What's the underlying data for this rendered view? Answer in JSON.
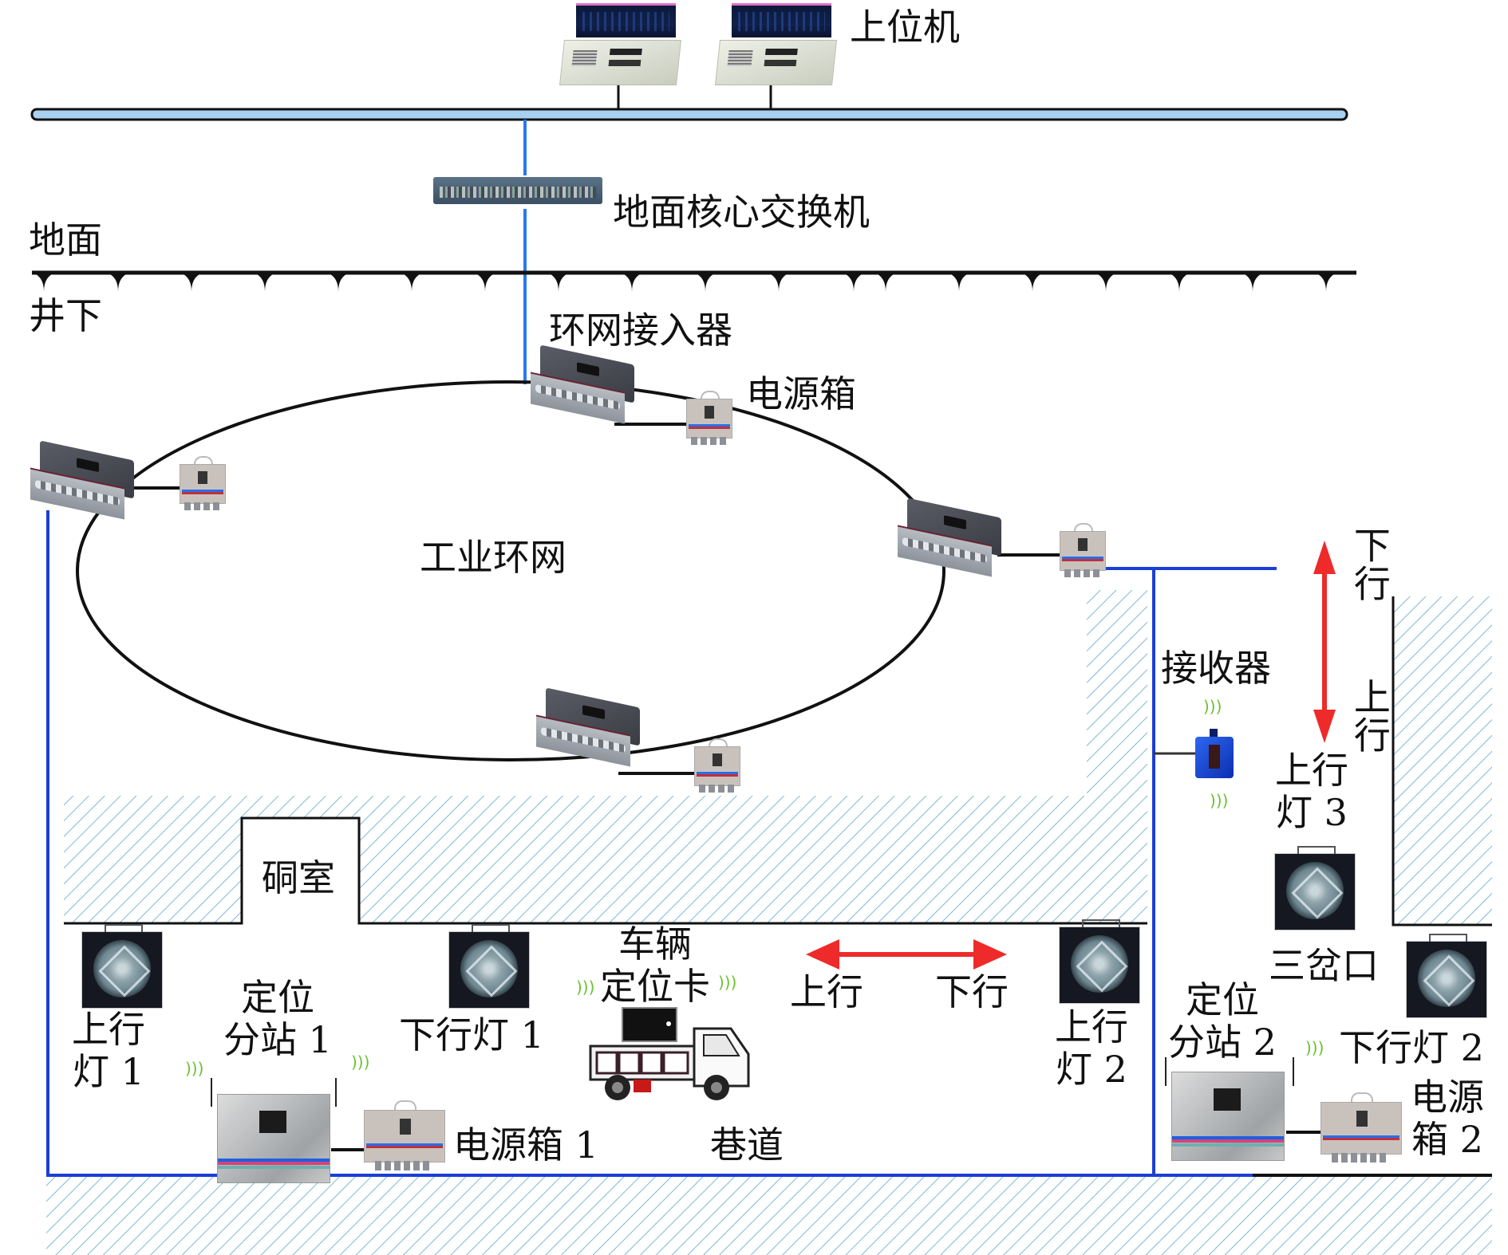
{
  "diagram": {
    "title": "Mine roadway vehicle positioning and signal-light system architecture",
    "surface_label": "地面",
    "underground_label": "井下"
  },
  "surface": {
    "upper_computer": {
      "label": "上位机",
      "count": 2,
      "icon": "server-computer-icon"
    },
    "core_switch": {
      "label": "地面核心交换机",
      "icon": "rack-switch-icon"
    }
  },
  "ring": {
    "label": "工业环网",
    "access_label": "环网接入器",
    "power_box_label": "电源箱",
    "node_count": 4
  },
  "roadway": {
    "chamber_label": "硐室",
    "tunnel_label": "巷道",
    "junction_label": "三岔口",
    "direction_up": "上行",
    "direction_down": "下行",
    "receiver_label": "接收器",
    "vehicle_card_label": "车辆\n定位卡",
    "substation_1_label": "定位\n分站 1",
    "substation_2_label": "定位\n分站 2",
    "power_box_1_label": "电源箱 1",
    "power_box_2_label": "电源\n箱 2",
    "lights": [
      {
        "id": "up-1",
        "label": "上行\n灯 1"
      },
      {
        "id": "down-1",
        "label": "下行灯 1"
      },
      {
        "id": "up-2",
        "label": "上行\n灯 2"
      },
      {
        "id": "up-3",
        "label": "上行\n灯 3"
      },
      {
        "id": "down-2",
        "label": "下行灯 2"
      }
    ]
  },
  "colors": {
    "fiber_blue": "#1a3fd6",
    "switch_link_blue": "#2a7ae8",
    "ring_line": "#000000",
    "arrow_red": "#ee2a2a",
    "hatch": "#7fb8d8",
    "bus_fill": "#a8d0f0",
    "wireless_green": "#6cc030"
  }
}
